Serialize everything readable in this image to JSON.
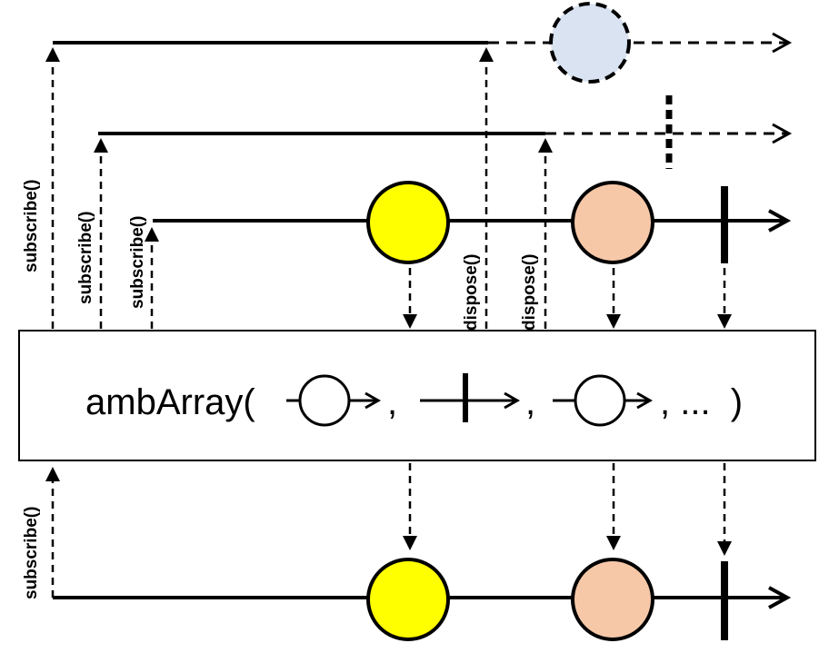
{
  "operator": {
    "prefix": "ambArray(",
    "sep1": ",",
    "sep2": ",",
    "suffix": ", ...  )"
  },
  "labels": {
    "subscribe_1": "subscribe()",
    "subscribe_2": "subscribe()",
    "subscribe_3": "subscribe()",
    "dispose_1": "dispose()",
    "dispose_2": "dispose()",
    "subscribe_output": "subscribe()"
  },
  "colors": {
    "yellow_item": "#FFFF00",
    "peach_item": "#F6C8A8",
    "cancelled_item": "#D9E3F2",
    "stroke": "#000000",
    "box_fill": "#FFFFFF"
  }
}
